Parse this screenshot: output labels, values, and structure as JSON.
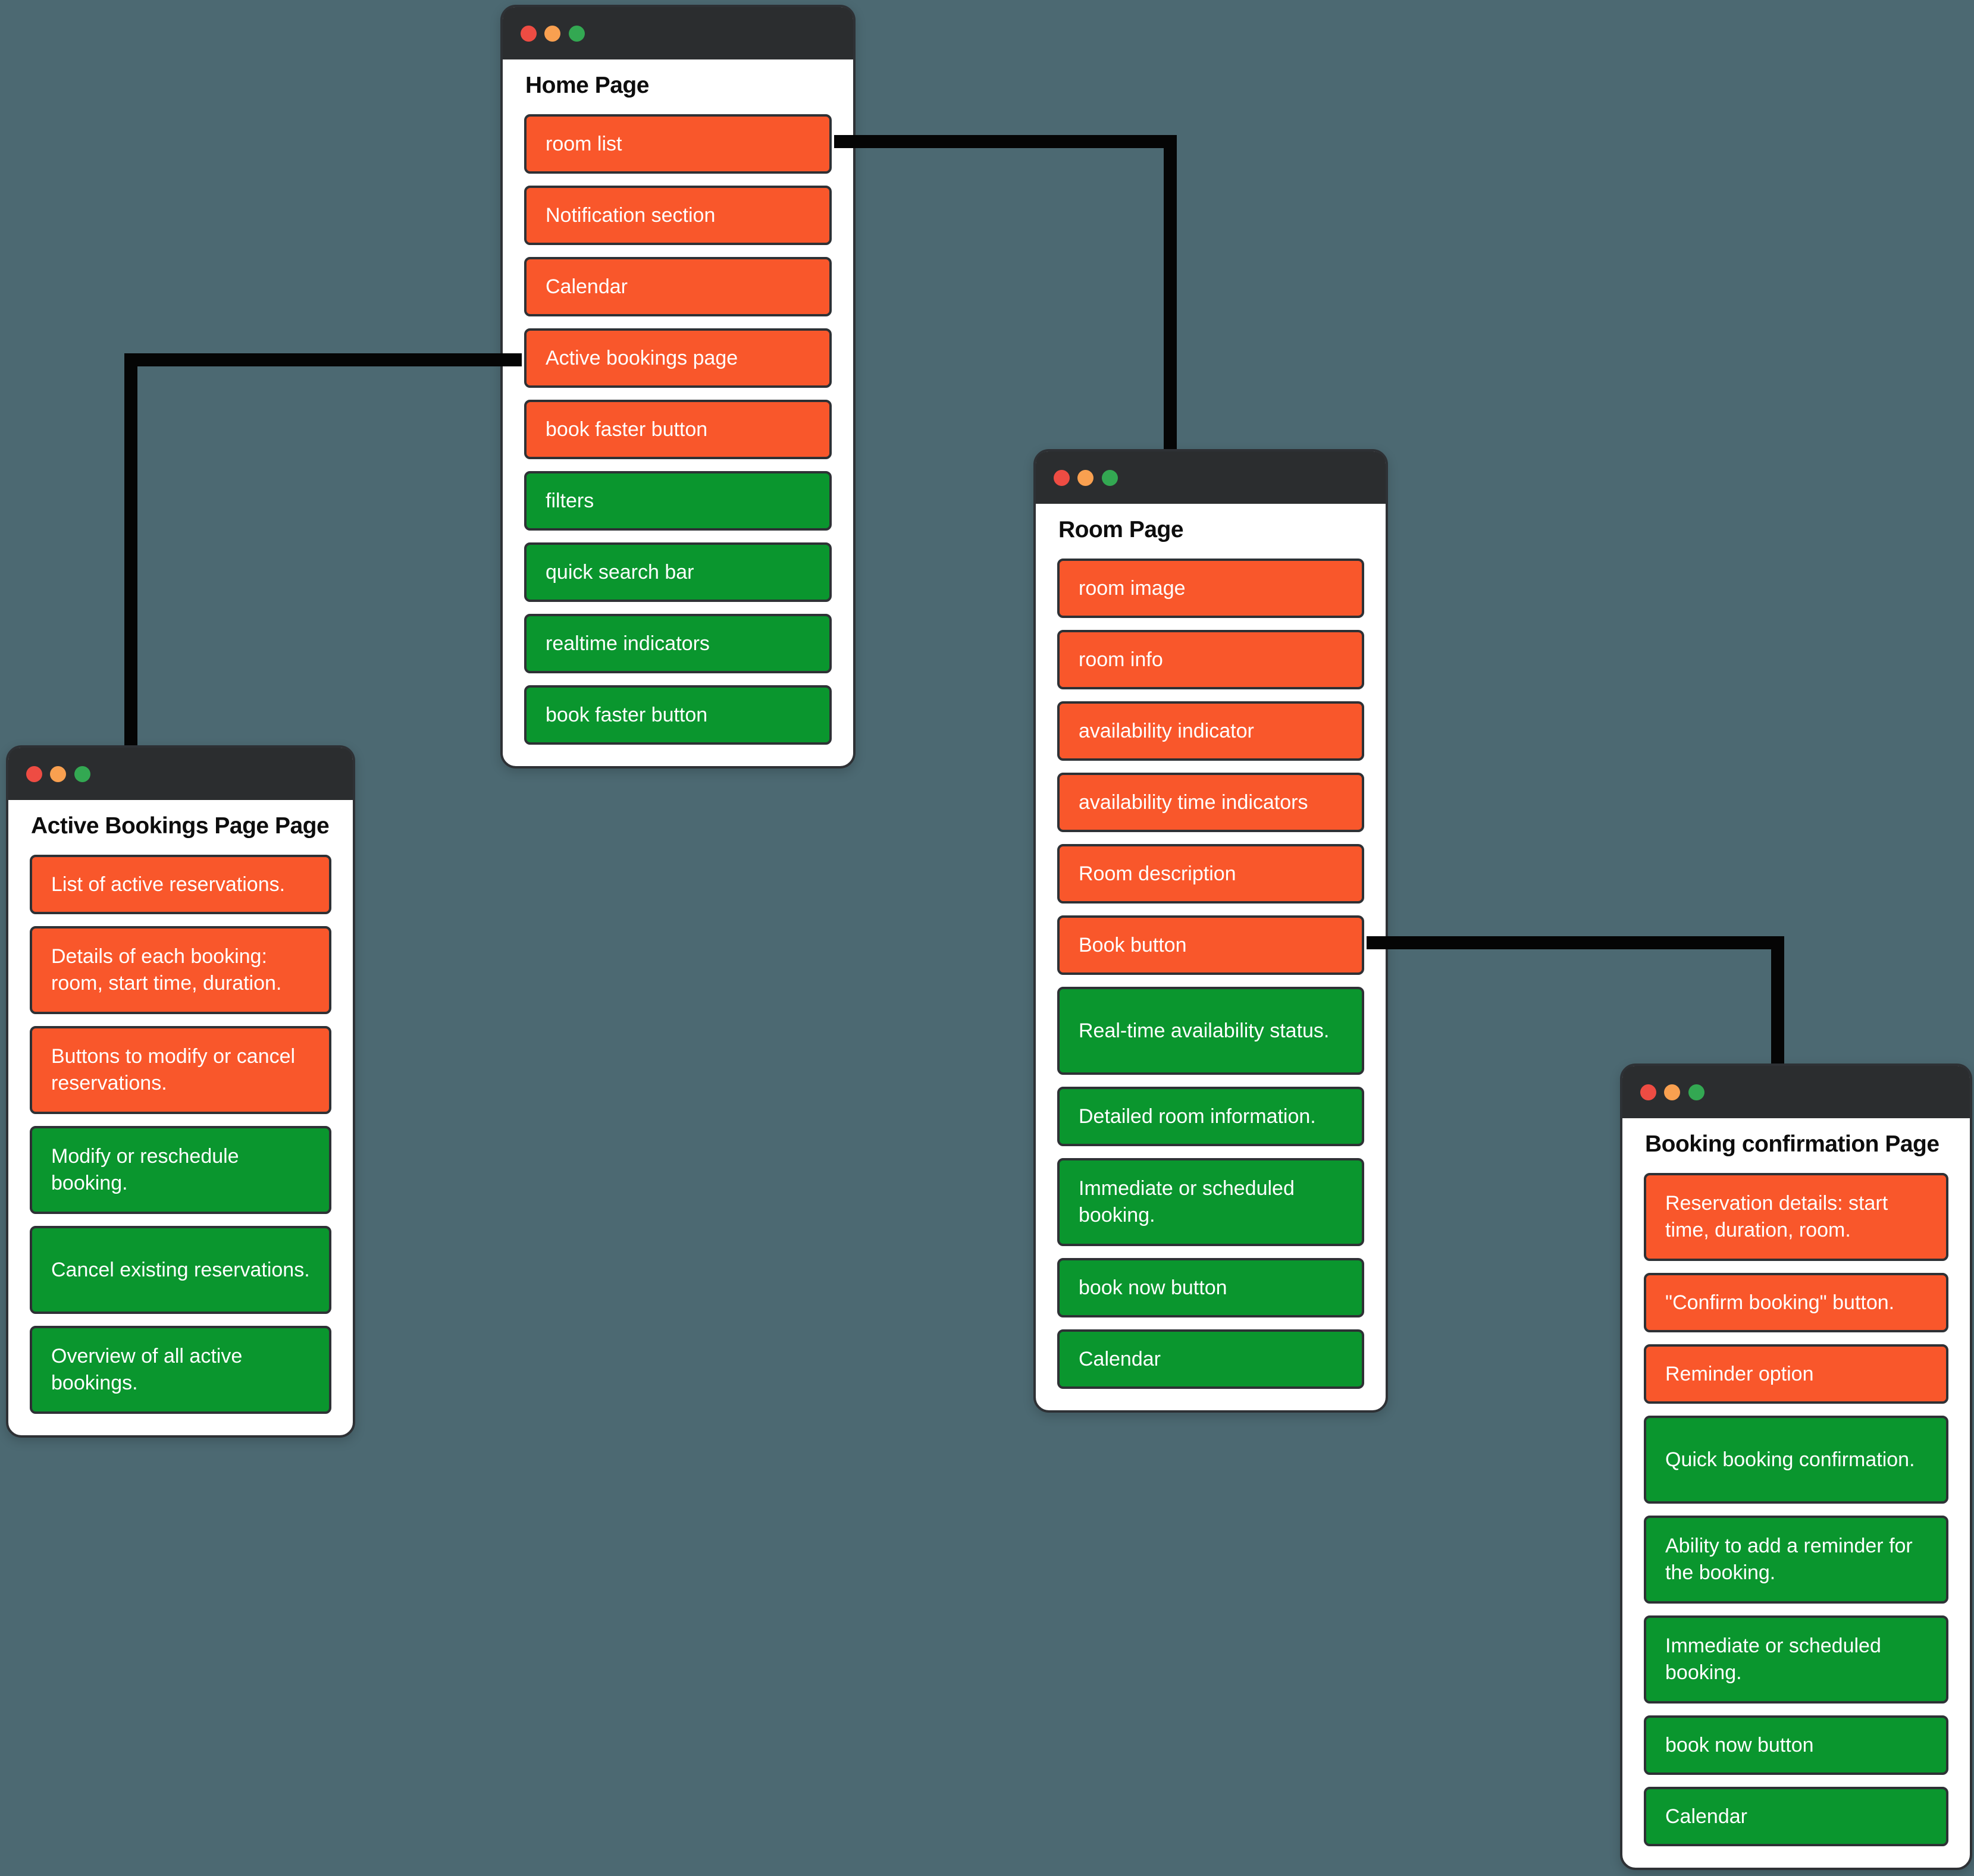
{
  "palette": {
    "bg": "#4C6972",
    "body": "#FFFFFF",
    "titlebar": "#2B2D2F",
    "card-border": "#2E3135",
    "line": "#050505",
    "orange": "#F9572B",
    "green": "#0A962E",
    "dot-red": "#EE4C43",
    "dot-orange": "#F9A050",
    "dot-green": "#33A852",
    "text-light": "#FFFFFF"
  },
  "cards": {
    "home": {
      "title": "Home Page",
      "items": [
        {
          "label": "room list",
          "variant": "orange"
        },
        {
          "label": "Notification section",
          "variant": "orange"
        },
        {
          "label": "Calendar",
          "variant": "orange"
        },
        {
          "label": "Active bookings page",
          "variant": "orange"
        },
        {
          "label": "book faster button",
          "variant": "orange"
        },
        {
          "label": "filters",
          "variant": "green"
        },
        {
          "label": "quick search bar",
          "variant": "green"
        },
        {
          "label": "realtime indicators",
          "variant": "green"
        },
        {
          "label": "book faster button",
          "variant": "green"
        }
      ]
    },
    "active": {
      "title": "Active Bookings Page Page",
      "items": [
        {
          "label": "List of active reservations.",
          "variant": "orange"
        },
        {
          "label": "Details of each booking: room, start time, duration.",
          "variant": "orange"
        },
        {
          "label": "Buttons to modify or cancel reservations.",
          "variant": "orange"
        },
        {
          "label": "Modify or reschedule booking.",
          "variant": "green"
        },
        {
          "label": "Cancel existing reservations.",
          "variant": "green"
        },
        {
          "label": "Overview of all active bookings.",
          "variant": "green"
        }
      ]
    },
    "room": {
      "title": "Room Page",
      "items": [
        {
          "label": "room image",
          "variant": "orange"
        },
        {
          "label": "room info",
          "variant": "orange"
        },
        {
          "label": "availability indicator",
          "variant": "orange"
        },
        {
          "label": "availability time indicators",
          "variant": "orange"
        },
        {
          "label": "Room description",
          "variant": "orange"
        },
        {
          "label": "Book button",
          "variant": "orange"
        },
        {
          "label": "Real-time availability status.",
          "variant": "green"
        },
        {
          "label": "Detailed room information.",
          "variant": "green"
        },
        {
          "label": "Immediate or scheduled booking.",
          "variant": "green"
        },
        {
          "label": "book now button",
          "variant": "green"
        },
        {
          "label": "Calendar",
          "variant": "green"
        }
      ]
    },
    "booking": {
      "title": "Booking confirmation Page",
      "items": [
        {
          "label": "Reservation details: start time, duration, room.",
          "variant": "orange"
        },
        {
          "label": "\"Confirm booking\" button.",
          "variant": "orange"
        },
        {
          "label": "Reminder option",
          "variant": "orange"
        },
        {
          "label": "Quick booking confirmation.",
          "variant": "green"
        },
        {
          "label": "Ability to add a reminder for the booking.",
          "variant": "green"
        },
        {
          "label": "Immediate or scheduled booking.",
          "variant": "green"
        },
        {
          "label": "book now button",
          "variant": "green"
        },
        {
          "label": "Calendar",
          "variant": "green"
        }
      ]
    }
  }
}
